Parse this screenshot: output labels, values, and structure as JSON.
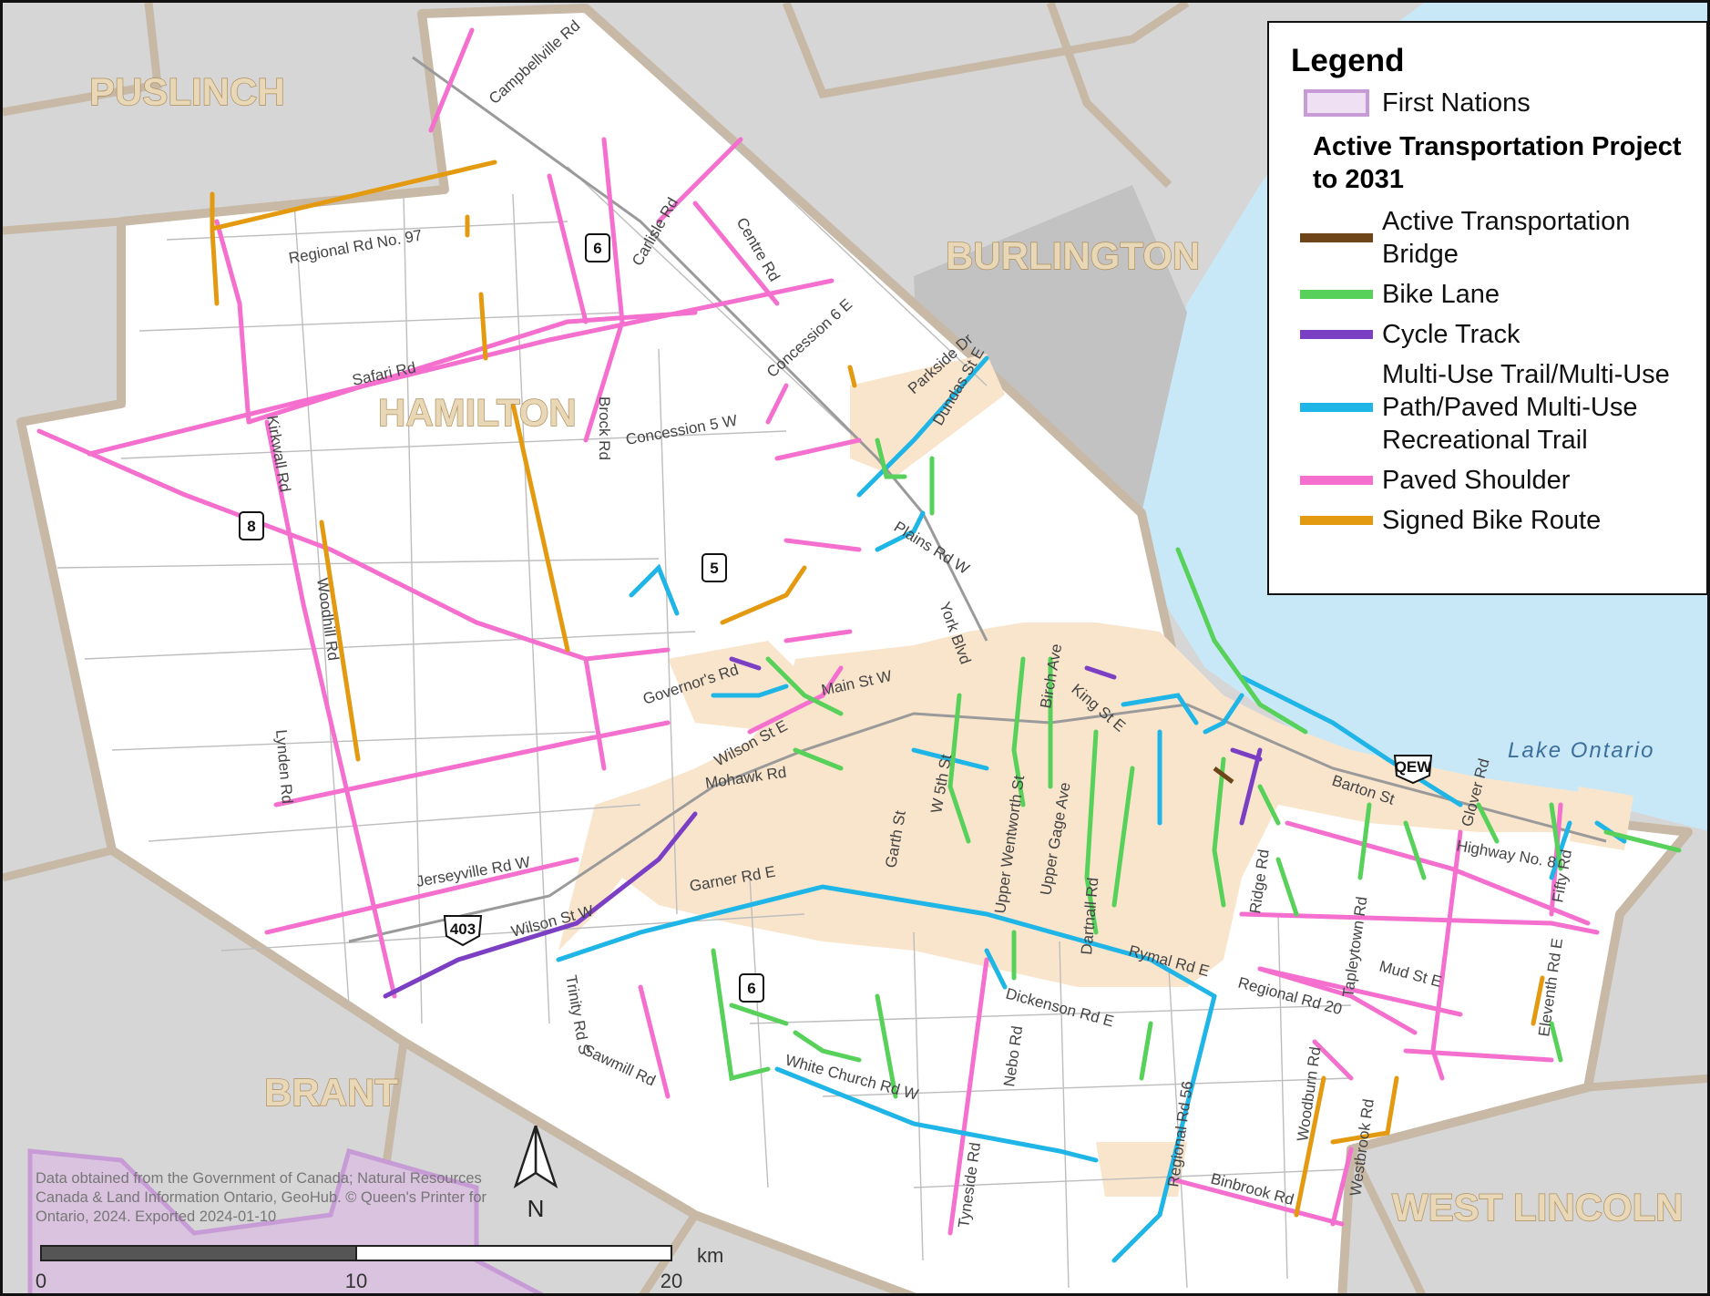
{
  "legend": {
    "title": "Legend",
    "first_nations": {
      "label": "First Nations",
      "fill": "#efe0f3",
      "stroke": "#c79bd6"
    },
    "subtitle": "Active Transportation Project to 2031",
    "items": [
      {
        "label": "Active Transportation Bridge",
        "color": "#6e4519"
      },
      {
        "label": "Bike Lane",
        "color": "#57d15a"
      },
      {
        "label": "Cycle Track",
        "color": "#7b3fc4"
      },
      {
        "label": "Multi-Use Trail/Multi-Use Path/Paved Multi-Use Recreational Trail",
        "color": "#1fb5e6"
      },
      {
        "label": "Paved Shoulder",
        "color": "#f46fce"
      },
      {
        "label": "Signed Bike Route",
        "color": "#e39a10"
      }
    ]
  },
  "regions": [
    {
      "name": "PUSLINCH"
    },
    {
      "name": "BURLINGTON"
    },
    {
      "name": "HAMILTON"
    },
    {
      "name": "BRANT"
    },
    {
      "name": "WEST LINCOLN"
    }
  ],
  "water_label": "Lake Ontario",
  "roads": [
    "Campbellville Rd",
    "Regional Rd No. 97",
    "Carlisle Rd",
    "Centre Rd",
    "Safari Rd",
    "Concession 6 E",
    "Parkside Dr",
    "Dundas St E",
    "Concession 5 W",
    "Brock Rd",
    "Kirkwall Rd",
    "Plains Rd W",
    "York Blvd",
    "Woodhill Rd",
    "Governor's Rd",
    "Main St W",
    "Birch Ave",
    "King St E",
    "Wilson St E",
    "Mohawk Rd",
    "Lynden Rd",
    "Barton St",
    "Glover Rd",
    "W 5th St",
    "Upper Wentworth St",
    "Garth St",
    "Upper Gage Ave",
    "Highway No. 8",
    "Jerseyville Rd W",
    "Garner Rd E",
    "Ridge Rd",
    "Fifty Rd",
    "Wilson St W",
    "Dartnall Rd",
    "Rymal Rd E",
    "Tapleytown Rd",
    "Mud St E",
    "Eleventh Rd E",
    "Regional Rd 20",
    "Trinity Rd S",
    "Dickenson Rd E",
    "Nebo Rd",
    "Sawmill Rd",
    "White Church Rd W",
    "Regional Rd 56",
    "Woodburn Rd",
    "Westbrook Rd",
    "Binbrook Rd",
    "Tyneside Rd"
  ],
  "shields": [
    "6",
    "8",
    "5",
    "403",
    "6",
    "QEW"
  ],
  "credits": "Data obtained from the Government of Canada; Natural Resources Canada & Land Information Ontario, GeoHub. © Queen's Printer for Ontario, 2024. Exported 2024-01-10",
  "north_label": "N",
  "scale": {
    "ticks": [
      "0",
      "10",
      "20"
    ],
    "unit": "km"
  },
  "colors": {
    "outside": "#d6d6d6",
    "city": "#ffffff",
    "urban": "#f9e5cc",
    "lake": "#c8e8f8",
    "boundary": "#c7b9a6"
  }
}
